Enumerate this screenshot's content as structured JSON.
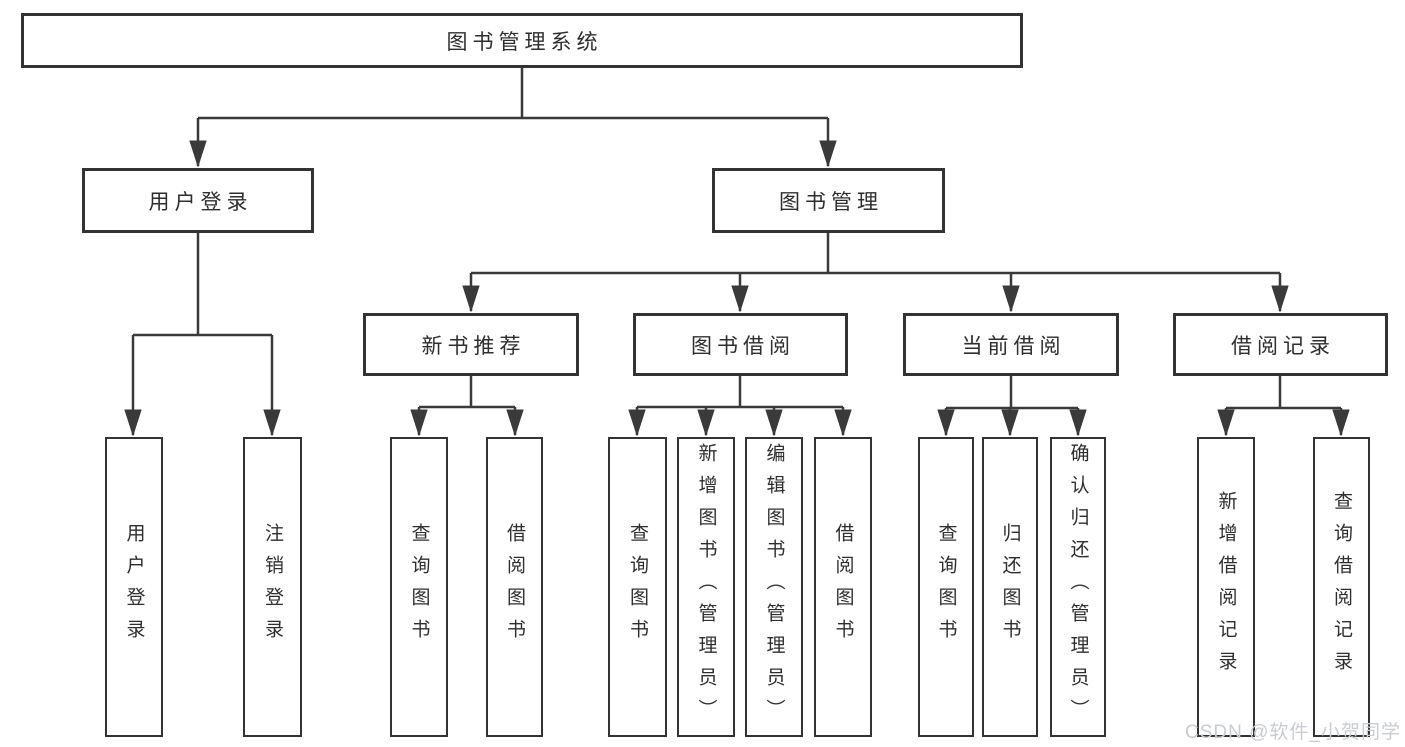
{
  "colors": {
    "line": "#3a3a3a",
    "box_border": "#333333",
    "text": "#2e2e2e",
    "watermark": "#c9cdd1",
    "background": "#ffffff"
  },
  "watermark": "CSDN @软件_小贺同学",
  "tree": {
    "root": "图书管理系统",
    "branches": [
      {
        "label": "用户登录",
        "children": [
          "用户登录",
          "注销登录"
        ]
      },
      {
        "label": "图书管理",
        "children": [
          {
            "label": "新书推荐",
            "children": [
              "查询图书",
              "借阅图书"
            ]
          },
          {
            "label": "图书借阅",
            "children": [
              "查询图书",
              "新增图书（管理员）",
              "编辑图书（管理员）",
              "借阅图书"
            ]
          },
          {
            "label": "当前借阅",
            "children": [
              "查询图书",
              "归还图书",
              "确认归还（管理员）"
            ]
          },
          {
            "label": "借阅记录",
            "children": [
              "新增借阅记录",
              "查询借阅记录"
            ]
          }
        ]
      }
    ]
  }
}
